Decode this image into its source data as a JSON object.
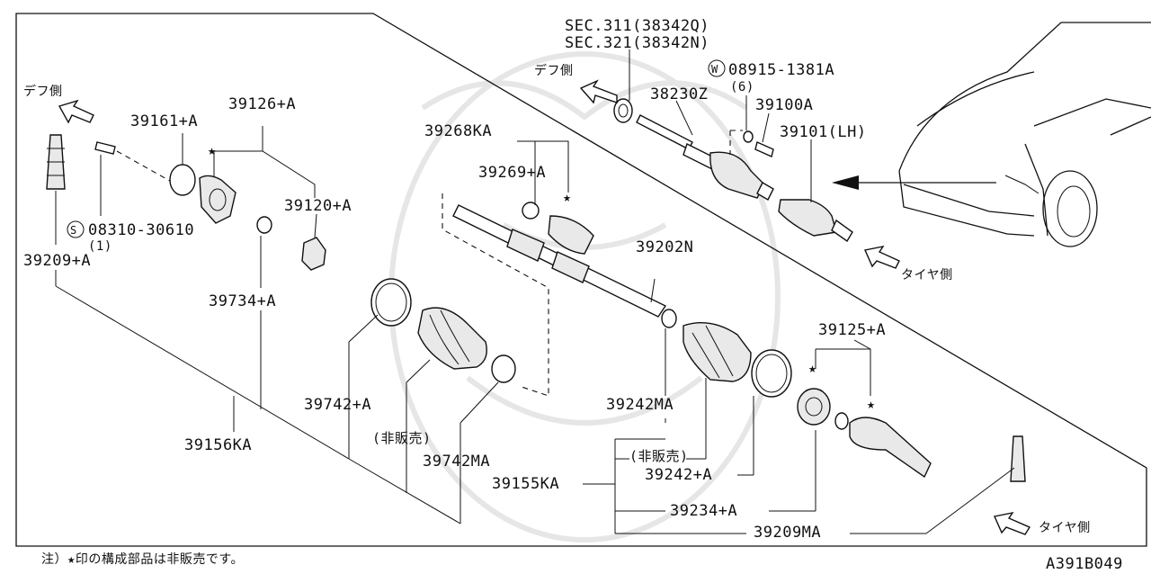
{
  "diagram_code": "A391B049",
  "footnote": "注）★印の構成部品は非販売です。",
  "labels": {
    "sec311": "SEC.311(38342Q)",
    "sec321": "SEC.321(38342N)",
    "def_side_left": "デフ側",
    "def_side_top": "デフ側",
    "tire_side_top": "タイヤ側",
    "tire_side_bottom": "タイヤ側",
    "bolt_w": "08915-1381A",
    "bolt_w_symbol": "W",
    "bolt_w_qty": "(6)",
    "p38230z": "38230Z",
    "p39100a": "39100A",
    "p39101lh": "39101(LH)",
    "p39268ka": "39268KA",
    "p39269a": "39269+A",
    "p39161a": "39161+A",
    "p39126a": "39126+A",
    "p39120a": "39120+A",
    "screw_s": "08310-30610",
    "screw_s_symbol": "S",
    "screw_s_qty": "(1)",
    "p39209a": "39209+A",
    "p39734a": "39734+A",
    "p39202n": "39202N",
    "p39125a": "39125+A",
    "p39742a": "39742+A",
    "not_for_sale_1": "(非販売)",
    "p39742ma": "39742MA",
    "p39242ma": "39242MA",
    "not_for_sale_2": "(非販売)",
    "p39242a": "39242+A",
    "p39155ka": "39155KA",
    "p39156ka": "39156KA",
    "p39234a": "39234+A",
    "p39209ma": "39209MA"
  }
}
